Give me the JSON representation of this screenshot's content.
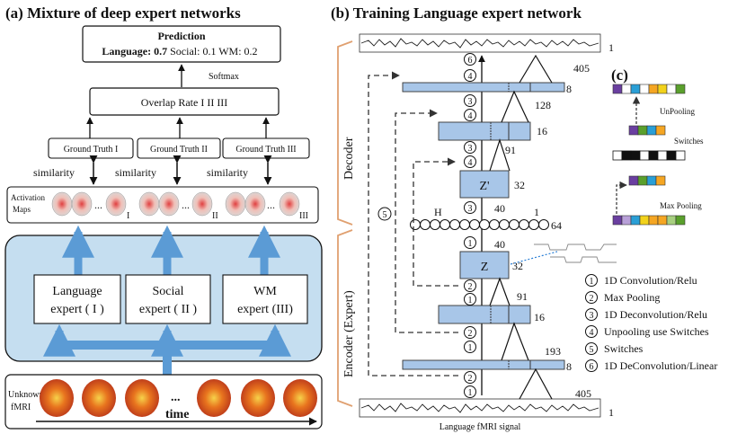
{
  "panel_a": {
    "title": "(a) Mixture of deep expert networks",
    "prediction": {
      "heading": "Prediction",
      "lang_label": "Language: ",
      "lang_value": "0.7",
      "rest": "  Social: 0.1 WM: 0.2"
    },
    "softmax": "Softmax",
    "overlap": "Overlap Rate   I   II  III",
    "ground_truths": [
      "Ground Truth I",
      "Ground Truth II",
      "Ground Truth III"
    ],
    "similarity": "similarity",
    "activation_line1": "Activation",
    "activation_line2": "Maps",
    "roman": [
      "I",
      "II",
      "III"
    ],
    "experts": [
      {
        "line1": "Language",
        "line2": "expert ( I )"
      },
      {
        "line1": "Social",
        "line2": "expert ( II )"
      },
      {
        "line1": "WM",
        "line2": "expert (III)"
      }
    ],
    "unknown_line1": "Unknown",
    "unknown_line2": "fMRI",
    "dots": "...",
    "time": "time"
  },
  "panel_b": {
    "title": "(b) Training Language expert network",
    "decoder_label": "Decoder",
    "encoder_label": "Encoder (Expert)",
    "layer_numbers": {
      "n405_top": "405",
      "n8_top": "8",
      "n128": "128",
      "n16_top": "16",
      "n91_top": "91",
      "n32_top": "32",
      "n40_top": "40",
      "n1_h": "1",
      "n64": "64",
      "n40_bot": "40",
      "n32_bot": "32",
      "n91_bot": "91",
      "n16_bot": "16",
      "n193": "193",
      "n8_bot": "8",
      "n405_bot": "405",
      "n1_top_signal": "1",
      "n1_bot_signal": "1"
    },
    "zprime": "Z'",
    "z": "Z",
    "h": "H",
    "signal_caption": "Language fMRI signal",
    "step_circles_decoder": [
      "6",
      "4",
      "3",
      "4",
      "3",
      "4",
      "3"
    ],
    "step_circles_encoder": [
      "1",
      "2",
      "1",
      "2",
      "1",
      "2",
      "1"
    ],
    "switch_circle": "5",
    "legend": [
      {
        "num": "1",
        "text": "1D Convolution/Relu"
      },
      {
        "num": "2",
        "text": "Max Pooling"
      },
      {
        "num": "3",
        "text": "1D Deconvolution/Relu"
      },
      {
        "num": "4",
        "text": "Unpooling use Switches"
      },
      {
        "num": "5",
        "text": "Switches"
      },
      {
        "num": "6",
        "text": "1D DeConvolution/Linear"
      }
    ]
  },
  "panel_c": {
    "title": "(c)",
    "unpooling": "UnPooling",
    "switches": "Switches",
    "max_pooling": "Max  Pooling"
  },
  "colors": {
    "blue_fill": "#a8c6e8",
    "blue_arrow": "#5b9bd5",
    "panel_bg": "#c5def0",
    "bracket": "#e0a070",
    "purple": "#6a3fa0",
    "orange": "#f5a623",
    "green": "#5aa02c",
    "teal": "#2a9fd6",
    "yellow": "#f2d21b"
  }
}
